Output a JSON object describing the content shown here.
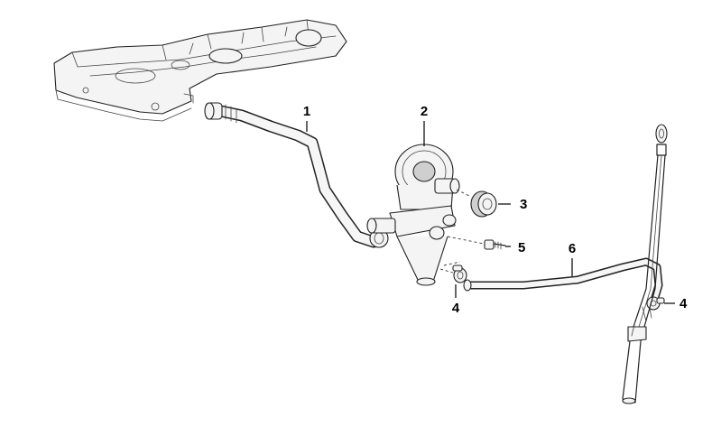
{
  "diagram": {
    "callouts": [
      {
        "id": "callout-1",
        "label": "1"
      },
      {
        "id": "callout-2",
        "label": "2"
      },
      {
        "id": "callout-3",
        "label": "3"
      },
      {
        "id": "callout-4a",
        "label": "4"
      },
      {
        "id": "callout-4b",
        "label": "4"
      },
      {
        "id": "callout-5",
        "label": "5"
      },
      {
        "id": "callout-6",
        "label": "6"
      }
    ]
  }
}
